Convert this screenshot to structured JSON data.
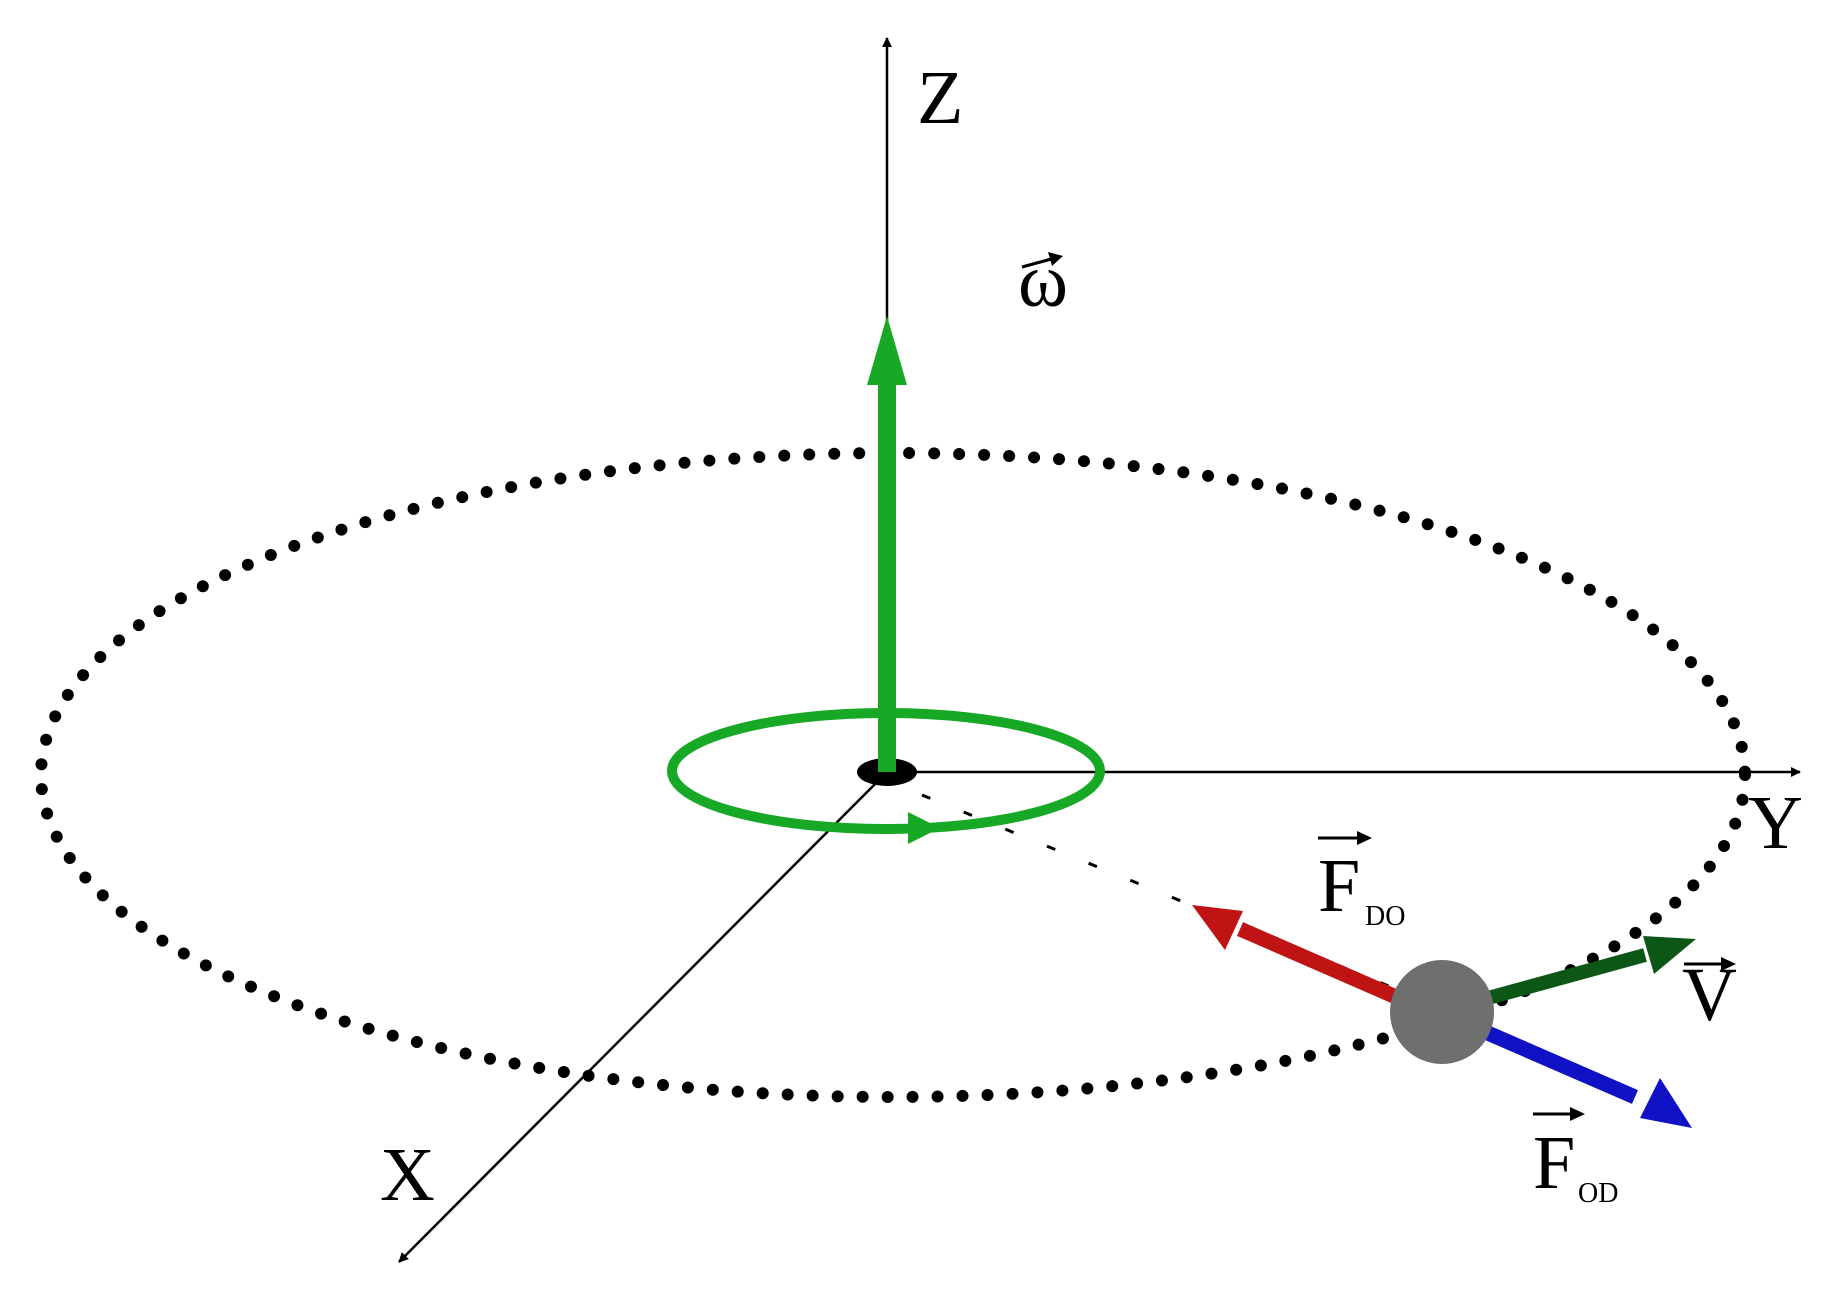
{
  "axes": {
    "z_label": "Z",
    "y_label": "Y",
    "x_label": "X"
  },
  "vectors": {
    "omega": {
      "symbol": "ω",
      "color": "#17a825"
    },
    "velocity": {
      "symbol": "V",
      "color": "#0d5716"
    },
    "force_do": {
      "symbol": "F",
      "subscript": "DO",
      "color": "#c01414"
    },
    "force_od": {
      "symbol": "F",
      "subscript": "OD",
      "color": "#1010c4"
    }
  },
  "colors": {
    "orbit": "#000000",
    "body": "#6e7070",
    "axes": "#000000",
    "rotation_ring": "#17a825"
  }
}
